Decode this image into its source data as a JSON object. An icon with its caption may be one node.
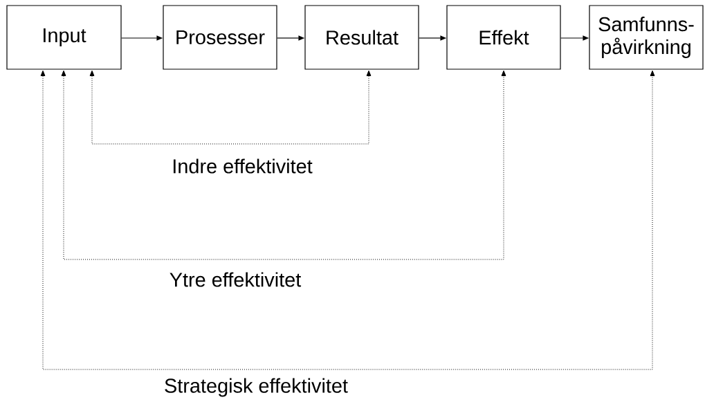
{
  "diagram": {
    "nodes": [
      {
        "text": [
          "Input"
        ]
      },
      {
        "text": [
          "Prosesser"
        ]
      },
      {
        "text": [
          "Resultat"
        ]
      },
      {
        "text": [
          "Effekt"
        ]
      },
      {
        "text": [
          "Samfunns- påvirkning"
        ]
      }
    ],
    "edges": [
      {
        "from": 0,
        "to": 1,
        "arrow": "to"
      },
      {
        "from": 1,
        "to": 2,
        "arrow": "to"
      },
      {
        "from": 2,
        "to": 3,
        "arrow": "to"
      },
      {
        "from": 3,
        "to": 4,
        "arrow": "to"
      },
      {
        "from": 0,
        "to": 2,
        "arrow": "both",
        "style": "dashed",
        "label": "Indre effektivitet"
      },
      {
        "from": 0,
        "to": 3,
        "arrow": "both",
        "style": "dashed",
        "label": "Ytre effektivitet"
      },
      {
        "from": 0,
        "to": 4,
        "arrow": "both",
        "style": "dashed",
        "label": "Strategisk effektivitet"
      }
    ]
  }
}
